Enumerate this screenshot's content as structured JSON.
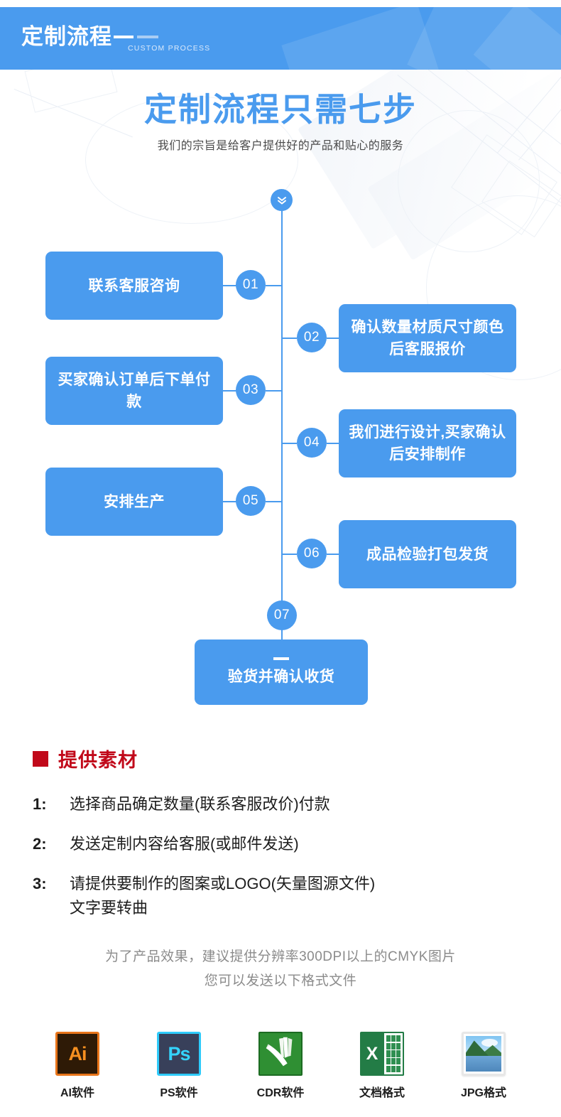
{
  "header": {
    "title_cn": "定制流程",
    "title_en": "CUSTOM PROCESS",
    "bg_color": "#4a9bee"
  },
  "hero": {
    "title": "定制流程只需七步",
    "subtitle": "我们的宗旨是给客户提供好的产品和贴心的服务",
    "title_color": "#4a9bee"
  },
  "flow": {
    "start_icon": "double-chevron-down-icon",
    "accent_color": "#4a9bee",
    "steps": [
      {
        "number": "01",
        "label": "联系客服咨询",
        "side": "left"
      },
      {
        "number": "02",
        "label": "确认数量材质尺寸颜色后客服报价",
        "side": "right"
      },
      {
        "number": "03",
        "label": "买家确认订单后下单付款",
        "side": "left"
      },
      {
        "number": "04",
        "label": "我们进行设计,买家确认后安排制作",
        "side": "right"
      },
      {
        "number": "05",
        "label": "安排生产",
        "side": "left"
      },
      {
        "number": "06",
        "label": "成品检验打包发货",
        "side": "right"
      },
      {
        "number": "07",
        "label": "验货并确认收货",
        "side": "center"
      }
    ]
  },
  "materials": {
    "heading": "提供素材",
    "heading_color": "#c1091a",
    "items": [
      {
        "num": "1:",
        "line1": "选择商品确定数量(联系客服改价)付款",
        "line2": ""
      },
      {
        "num": "2:",
        "line1": "发送定制内容给客服(或邮件发送)",
        "line2": ""
      },
      {
        "num": "3:",
        "line1": "请提供要制作的图案或LOGO(矢量图源文件)",
        "line2": "文字要转曲"
      }
    ],
    "note_line1": "为了产品效果，建议提供分辨率300DPI以上的CMYK图片",
    "note_line2": "您可以发送以下格式文件"
  },
  "formats": [
    {
      "icon": "adobe-illustrator-icon",
      "mark": "Ai",
      "label": "AI软件"
    },
    {
      "icon": "adobe-photoshop-icon",
      "mark": "Ps",
      "label": "PS软件"
    },
    {
      "icon": "coreldraw-icon",
      "mark": "",
      "label": "CDR软件"
    },
    {
      "icon": "excel-document-icon",
      "mark": "X",
      "label": "文档格式"
    },
    {
      "icon": "jpg-image-icon",
      "mark": "",
      "label": "JPG格式"
    }
  ]
}
